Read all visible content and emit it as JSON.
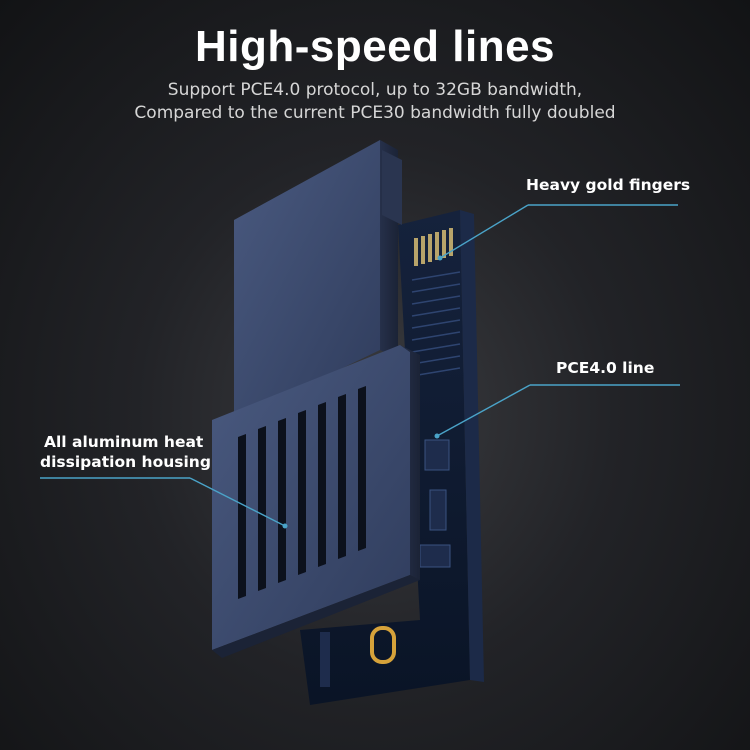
{
  "header": {
    "title": "High-speed lines",
    "subtitle_line1": "Support PCE4.0 protocol, up to 32GB bandwidth,",
    "subtitle_line2": "Compared to the current PCE30 bandwidth fully doubled"
  },
  "callouts": {
    "gold_fingers": "Heavy gold fingers",
    "pce_line": "PCE4.0 line",
    "housing_line1": "All aluminum heat",
    "housing_line2": "dissipation housing"
  },
  "colors": {
    "housing": "#3b4a6e",
    "board": "#0e1a30",
    "accent_line": "#4aa3c8",
    "gold": "#b8a46a"
  }
}
